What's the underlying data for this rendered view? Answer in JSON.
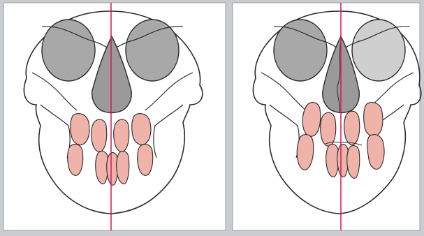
{
  "figure": {
    "panels": [
      {
        "id": "left",
        "description_key": "symmetric"
      },
      {
        "id": "right",
        "description_key": "asymmetric"
      }
    ],
    "colors": {
      "background": "#c9ccd0",
      "panel": "#ffffff",
      "outline": "#2b2b2b",
      "orbit_fill": "#a8a8a8",
      "nasal_fill": "#9a9a9a",
      "tooth_fill": "#f0b3aa",
      "tooth_fill_dark": "#e99a92",
      "midline": "#d4145a"
    }
  }
}
